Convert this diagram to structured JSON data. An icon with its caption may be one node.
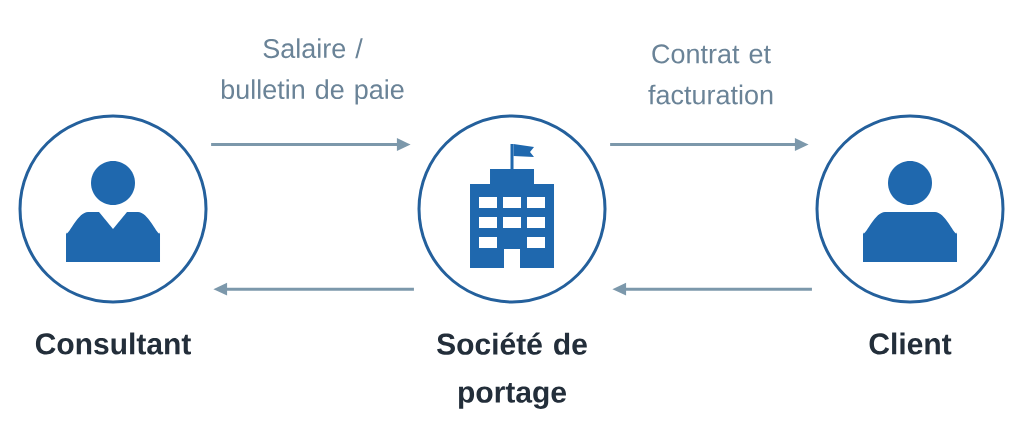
{
  "diagram": {
    "nodes": [
      {
        "text": [
          "Consultant"
        ]
      },
      {
        "text": [
          "Société de portage"
        ]
      },
      {
        "text": [
          "Client"
        ]
      }
    ],
    "edges": [
      {
        "from": 0,
        "to": 1,
        "arrow": "to",
        "label": "Salaire / bulletin de paie"
      },
      {
        "from": 1,
        "to": 0,
        "arrow": "to"
      },
      {
        "from": 1,
        "to": 2,
        "arrow": "to",
        "label": "Contrat et facturation"
      },
      {
        "from": 2,
        "to": 1,
        "arrow": "to"
      }
    ]
  }
}
